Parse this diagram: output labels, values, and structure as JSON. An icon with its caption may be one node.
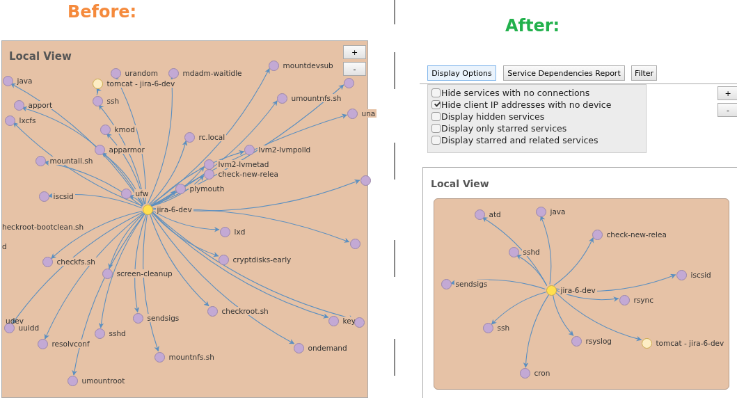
{
  "diagram": {
    "nodes": [
      {
        "text": [
          "Local View"
        ]
      },
      {
        "text": [
          "jira-6-dev"
        ],
        "in": 0
      },
      {
        "text": [
          "java"
        ],
        "in": 0
      },
      {
        "text": [
          "tomcat - jira-6-dev"
        ],
        "in": 0
      },
      {
        "text": [
          "urandom"
        ],
        "in": 0
      },
      {
        "text": [
          "mdadm-waitidle"
        ],
        "in": 0
      },
      {
        "text": [
          "ssh"
        ],
        "in": 0
      },
      {
        "text": [
          "kmod"
        ],
        "in": 0
      },
      {
        "text": [
          "apport"
        ],
        "in": 0
      },
      {
        "text": [
          "lxcfs"
        ],
        "in": 0
      },
      {
        "text": [
          "mountall.sh"
        ],
        "in": 0
      },
      {
        "text": [
          "apparmor"
        ],
        "in": 0
      },
      {
        "text": [
          "iscsid"
        ],
        "in": 0
      },
      {
        "text": [
          "ufw"
        ],
        "in": 0
      },
      {
        "text": [
          "rc.local"
        ],
        "in": 0
      },
      {
        "text": [
          "lvm2-lvmpolld"
        ],
        "in": 0
      },
      {
        "text": [
          "lvm2-lvmetad"
        ],
        "in": 0
      },
      {
        "text": [
          "check-new-relea"
        ],
        "in": 0
      },
      {
        "text": [
          "plymouth"
        ],
        "in": 0
      },
      {
        "text": [
          "mountdevsub"
        ],
        "in": 0
      },
      {
        "text": [],
        "shape": "circle",
        "in": 0
      },
      {
        "text": [
          "umountnfs.sh"
        ],
        "in": 0
      },
      {
        "text": [
          "una"
        ],
        "in": 0
      },
      {
        "text": [],
        "shape": "circle",
        "in": 0
      },
      {
        "text": [
          "lxd"
        ],
        "in": 0
      },
      {
        "text": [],
        "shape": "circle",
        "in": 0
      },
      {
        "text": [
          "cryptdisks-early"
        ],
        "in": 0
      },
      {
        "text": [
          "checkroot.sh"
        ],
        "in": 0
      },
      {
        "text": [
          "key"
        ],
        "in": 0
      },
      {
        "text": [],
        "shape": "circle",
        "in": 0
      },
      {
        "text": [
          "ondemand"
        ],
        "in": 0
      },
      {
        "text": [
          "checkfs.sh"
        ],
        "in": 0
      },
      {
        "text": [
          "screen-cleanup"
        ],
        "in": 0
      },
      {
        "text": [
          "sendsigs"
        ],
        "in": 0
      },
      {
        "text": [
          "uuidd"
        ],
        "in": 0
      },
      {
        "text": [
          "resolvconf"
        ],
        "in": 0
      },
      {
        "text": [
          "sshd"
        ],
        "in": 0
      },
      {
        "text": [
          "mountnfs.sh"
        ],
        "in": 0
      },
      {
        "text": [
          "umountroot"
        ],
        "in": 0
      },
      {
        "text": [
          "Local View"
        ]
      },
      {
        "text": [
          "jira-6-dev"
        ],
        "in": 39
      },
      {
        "text": [
          "atd"
        ],
        "in": 39
      },
      {
        "text": [
          "java"
        ],
        "in": 39
      },
      {
        "text": [
          "check-new-relea"
        ],
        "in": 39
      },
      {
        "text": [
          "sshd"
        ],
        "in": 39
      },
      {
        "text": [
          "iscsid"
        ],
        "in": 39
      },
      {
        "text": [
          "sendsigs"
        ],
        "in": 39
      },
      {
        "text": [
          "rsync"
        ],
        "in": 39
      },
      {
        "text": [
          "ssh"
        ],
        "in": 39
      },
      {
        "text": [
          "rsyslog"
        ],
        "in": 39
      },
      {
        "text": [
          "tomcat - jira-6-dev"
        ],
        "in": 39
      },
      {
        "text": [
          "cron"
        ],
        "in": 39
      }
    ],
    "edges": [
      {
        "from": 1,
        "to": 2,
        "arrow": "to"
      },
      {
        "from": 6,
        "to": 3,
        "arrow": "to"
      },
      {
        "from": 1,
        "to": 4,
        "arrow": "to"
      },
      {
        "from": 1,
        "to": 5,
        "arrow": "to"
      },
      {
        "from": 1,
        "to": 6,
        "arrow": "to"
      },
      {
        "from": 1,
        "to": 7,
        "arrow": "to"
      },
      {
        "from": 1,
        "to": 8,
        "arrow": "to"
      },
      {
        "from": 1,
        "to": 9,
        "arrow": "to"
      },
      {
        "from": 1,
        "to": 10,
        "arrow": "to"
      },
      {
        "from": 1,
        "to": 11,
        "arrow": "to"
      },
      {
        "from": 1,
        "to": 12,
        "arrow": "to"
      },
      {
        "from": 1,
        "to": 13,
        "arrow": "to"
      },
      {
        "from": 1,
        "to": 14,
        "arrow": "to"
      },
      {
        "from": 1,
        "to": 15,
        "arrow": "to"
      },
      {
        "from": 1,
        "to": 16,
        "arrow": "to"
      },
      {
        "from": 1,
        "to": 17,
        "arrow": "to"
      },
      {
        "from": 1,
        "to": 18,
        "arrow": "to"
      },
      {
        "from": 1,
        "to": 19,
        "arrow": "to"
      },
      {
        "from": 1,
        "to": 20,
        "arrow": "to"
      },
      {
        "from": 1,
        "to": 21,
        "arrow": "to"
      },
      {
        "from": 1,
        "to": 22,
        "arrow": "to"
      },
      {
        "from": 1,
        "to": 23,
        "arrow": "to"
      },
      {
        "from": 1,
        "to": 24,
        "arrow": "to"
      },
      {
        "from": 1,
        "to": 25,
        "arrow": "to"
      },
      {
        "from": 1,
        "to": 26,
        "arrow": "to"
      },
      {
        "from": 1,
        "to": 27,
        "arrow": "to"
      },
      {
        "from": 1,
        "to": 28,
        "arrow": "to"
      },
      {
        "from": 1,
        "to": 29,
        "arrow": "to"
      },
      {
        "from": 1,
        "to": 30,
        "arrow": "to"
      },
      {
        "from": 1,
        "to": 31,
        "arrow": "to"
      },
      {
        "from": 1,
        "to": 32,
        "arrow": "to"
      },
      {
        "from": 1,
        "to": 33,
        "arrow": "to"
      },
      {
        "from": 1,
        "to": 34,
        "arrow": "to"
      },
      {
        "from": 1,
        "to": 35,
        "arrow": "to"
      },
      {
        "from": 1,
        "to": 36,
        "arrow": "to"
      },
      {
        "from": 1,
        "to": 37,
        "arrow": "to"
      },
      {
        "from": 1,
        "to": 38,
        "arrow": "to"
      },
      {
        "from": 40,
        "to": 41,
        "arrow": "to"
      },
      {
        "from": 40,
        "to": 42,
        "arrow": "to"
      },
      {
        "from": 40,
        "to": 43,
        "arrow": "to"
      },
      {
        "from": 40,
        "to": 44,
        "arrow": "to"
      },
      {
        "from": 40,
        "to": 45,
        "arrow": "to"
      },
      {
        "from": 40,
        "to": 46,
        "arrow": "to"
      },
      {
        "from": 40,
        "to": 47,
        "arrow": "to"
      },
      {
        "from": 40,
        "to": 48,
        "arrow": "to"
      },
      {
        "from": 40,
        "to": 49,
        "arrow": "to"
      },
      {
        "from": 40,
        "to": 50,
        "arrow": "to"
      },
      {
        "from": 40,
        "to": 51,
        "arrow": "to"
      }
    ],
    "labels": [
      "Before:",
      "+",
      "-",
      "heckroot-bootclean.sh",
      "d",
      "udev",
      "After:",
      "Display Options",
      "Service Dependencies Report",
      "Filter",
      "Hide services with no connections",
      "Hide client IP addresses with no device",
      "Display hidden services",
      "Display only starred services",
      "Display starred and related services",
      "+",
      "-"
    ]
  }
}
